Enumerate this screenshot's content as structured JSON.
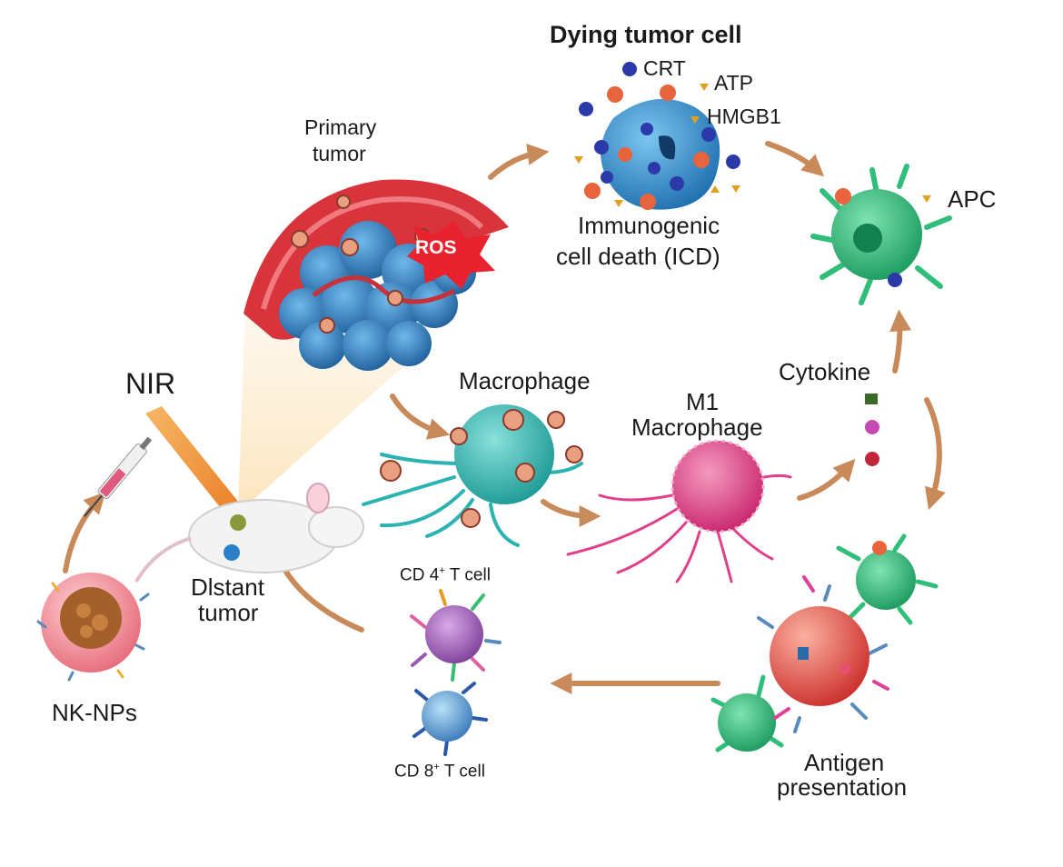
{
  "labels": {
    "dying_tumor_cell": "Dying tumor cell",
    "crt": "CRT",
    "atp": "ATP",
    "hmgb1": "HMGB1",
    "icd_line1": "Immunogenic",
    "icd_line2": "cell death (ICD)",
    "primary_tumor_line1": "Primary",
    "primary_tumor_line2": "tumor",
    "ros": "ROS",
    "apc": "APC",
    "nir": "NIR",
    "macrophage": "Macrophage",
    "m1_line1": "M1",
    "m1_line2": "Macrophage",
    "cytokine": "Cytokine",
    "distant_tumor_line1": "Dlstant",
    "distant_tumor_line2": "tumor",
    "cd4_prefix": "CD 4",
    "cd4_sup": "+",
    "cd4_suffix": " T cell",
    "cd8_prefix": "CD 8",
    "cd8_sup": "+",
    "cd8_suffix": " T cell",
    "nk_nps": "NK-NPs",
    "antigen_line1": "Antigen",
    "antigen_line2": "presentation"
  },
  "colors": {
    "arrow": "#c98a5a",
    "tumor_red": "#d9343c",
    "tumor_blue": "#2a7fc6",
    "dying_cell": "#2f8fd0",
    "crt_dot": "#2b3aa8",
    "atp_dot": "#e0a020",
    "hmgb1_dot": "#e8643c",
    "apc": "#2fbf7a",
    "macrophage": "#2ab3b0",
    "m1_macrophage": "#e0408a",
    "cd4": "#9a5ab0",
    "cd8": "#4a90cc",
    "nk_np": "#f08a94",
    "antigen_cell": "#e8504c",
    "nir_beam": "#f2a04a",
    "mouse": "#f2f2f2"
  },
  "icons": {
    "syringe": "syringe-icon",
    "mouse": "mouse-icon"
  }
}
